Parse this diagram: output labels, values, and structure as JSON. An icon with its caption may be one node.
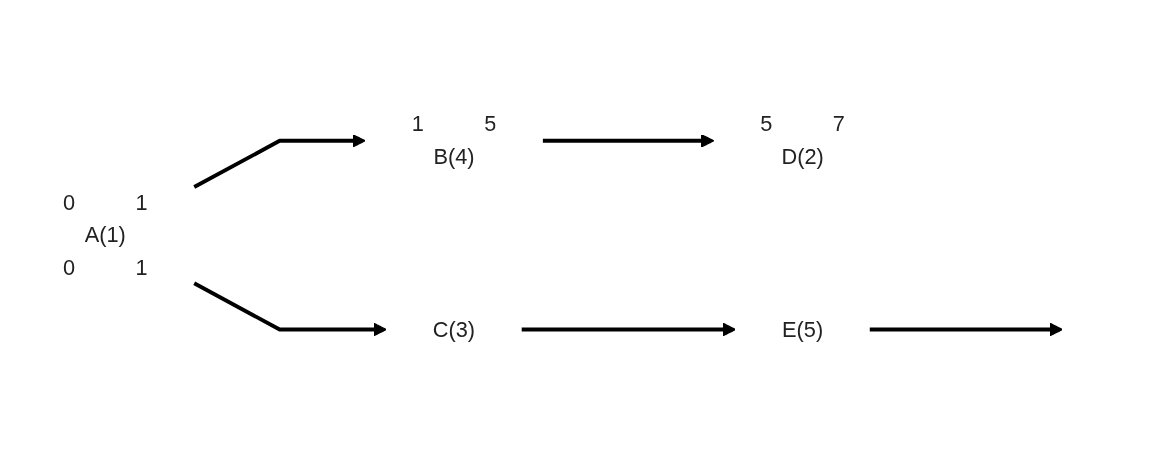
{
  "diagram": {
    "nodes": [
      {
        "text": [
          "A(1)"
        ],
        "beside": [
          "0",
          "1",
          "0",
          "1"
        ]
      },
      {
        "text": [
          "B(4)"
        ],
        "beside": [
          "1",
          "5"
        ]
      },
      {
        "text": [
          "C(3)"
        ]
      },
      {
        "text": [
          "D(2)"
        ],
        "beside": [
          "5",
          "7"
        ]
      },
      {
        "text": [
          "E(5)"
        ]
      }
    ],
    "edges": [
      {
        "from": 0,
        "to": 1,
        "arrow": "to"
      },
      {
        "from": 0,
        "to": 2,
        "arrow": "to"
      },
      {
        "from": 1,
        "to": 3,
        "arrow": "to"
      },
      {
        "from": 2,
        "to": 4,
        "arrow": "to"
      },
      {
        "from": 4,
        "to": null,
        "arrow": "to"
      }
    ]
  }
}
